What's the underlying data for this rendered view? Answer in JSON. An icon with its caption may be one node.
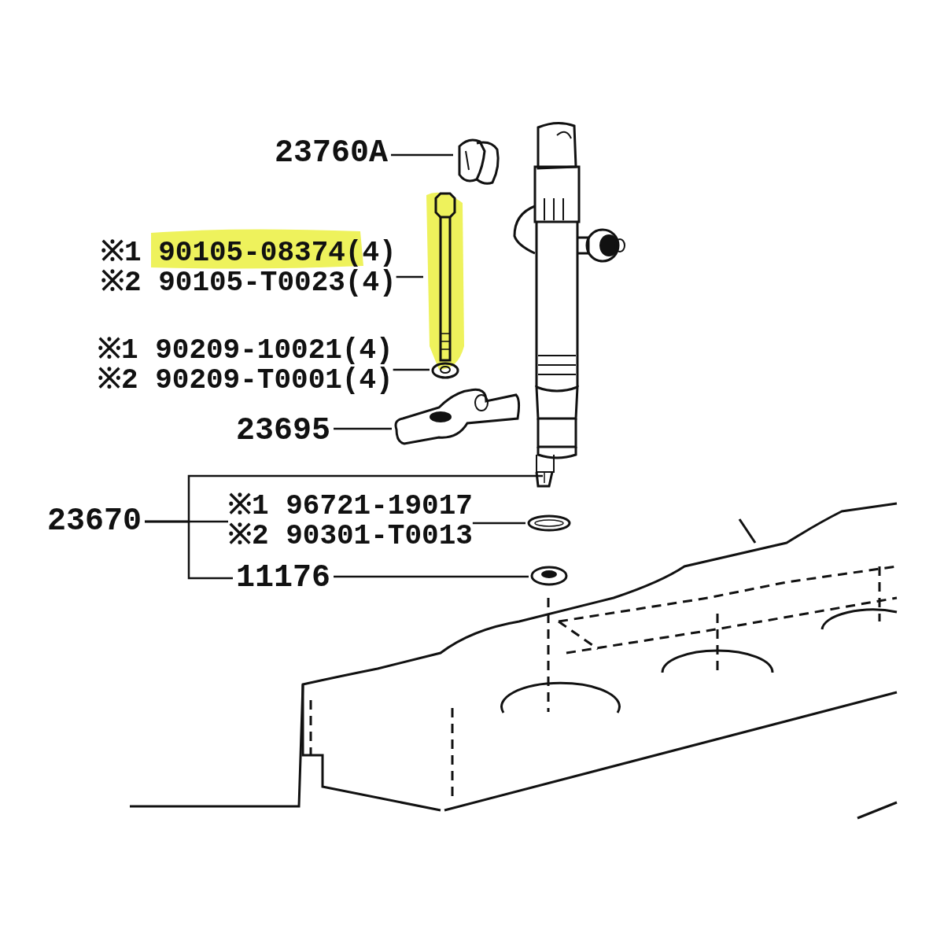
{
  "diagram": {
    "nodes": [
      {
        "text": [
          "23760A"
        ]
      },
      {
        "text": [],
        "shape": "picture"
      },
      {
        "text": [
          "※1 90105-08374(4)",
          "※2 90105-T0023(4)"
        ]
      },
      {
        "text": [],
        "shape": "picture"
      },
      {
        "text": [
          "※1 90209-10021(4)",
          "※2 90209-T0001(4)"
        ]
      },
      {
        "text": [],
        "shape": "picture"
      },
      {
        "text": [
          "23695"
        ]
      },
      {
        "text": [],
        "shape": "picture"
      },
      {
        "text": [
          "23670"
        ]
      },
      {
        "text": [],
        "shape": "picture"
      },
      {
        "text": [
          "※1 96721-19017",
          "※2 90301-T0013"
        ]
      },
      {
        "text": [],
        "shape": "picture"
      },
      {
        "text": [
          "11176"
        ]
      },
      {
        "text": [],
        "shape": "picture"
      }
    ],
    "edges": [
      {
        "from": 0,
        "to": 1,
        "arrow": "none"
      },
      {
        "from": 2,
        "to": 3,
        "arrow": "none"
      },
      {
        "from": 4,
        "to": 5,
        "arrow": "none"
      },
      {
        "from": 6,
        "to": 7,
        "arrow": "none"
      },
      {
        "from": 8,
        "to": 9,
        "arrow": "none"
      },
      {
        "from": 8,
        "to": 10,
        "arrow": "none"
      },
      {
        "from": 8,
        "to": 12,
        "arrow": "none"
      },
      {
        "from": 10,
        "to": 11,
        "arrow": "none"
      },
      {
        "from": 12,
        "to": 13,
        "arrow": "none"
      }
    ]
  }
}
